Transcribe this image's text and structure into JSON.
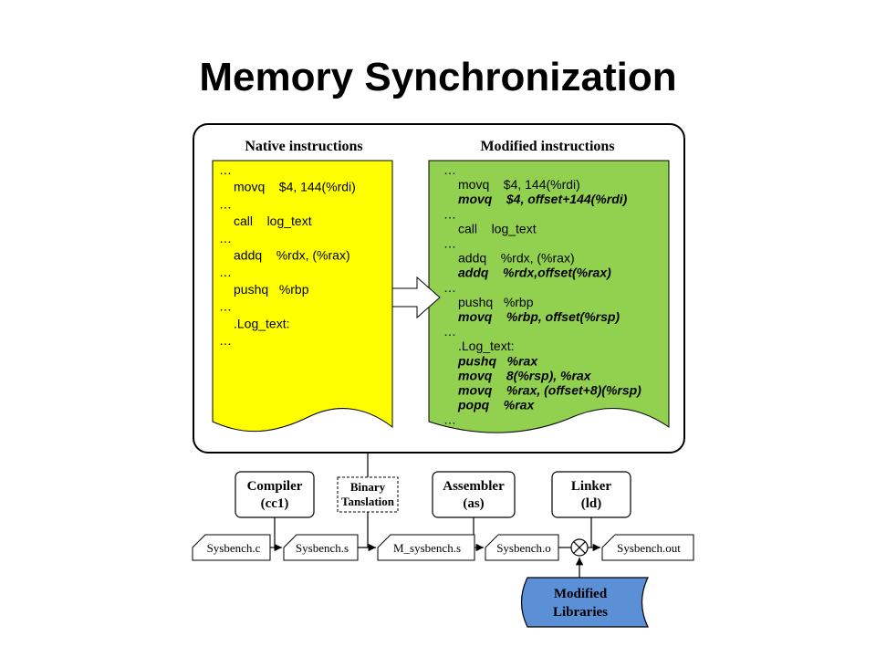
{
  "title": "Memory Synchronization",
  "native": {
    "heading": "Native instructions",
    "lines": [
      {
        "text": "…",
        "indent": false,
        "style": "normal"
      },
      {
        "text": "movq    $4, 144(%rdi)",
        "indent": true,
        "style": "normal"
      },
      {
        "text": "…",
        "indent": false,
        "style": "normal"
      },
      {
        "text": "call    log_text",
        "indent": true,
        "style": "normal"
      },
      {
        "text": "…",
        "indent": false,
        "style": "normal"
      },
      {
        "text": "addq    %rdx, (%rax)",
        "indent": true,
        "style": "normal"
      },
      {
        "text": "…",
        "indent": false,
        "style": "normal"
      },
      {
        "text": "pushq   %rbp",
        "indent": true,
        "style": "normal"
      },
      {
        "text": "…",
        "indent": false,
        "style": "normal"
      },
      {
        "text": ".Log_text:",
        "indent": true,
        "style": "normal"
      },
      {
        "text": "…",
        "indent": false,
        "style": "normal"
      }
    ]
  },
  "modified": {
    "heading": "Modified instructions",
    "lines": [
      {
        "text": "…",
        "indent": false,
        "style": "normal"
      },
      {
        "text": "movq    $4, 144(%rdi)",
        "indent": true,
        "style": "normal"
      },
      {
        "text": "movq    $4, offset+144(%rdi)",
        "indent": true,
        "style": "bold"
      },
      {
        "text": "…",
        "indent": false,
        "style": "normal"
      },
      {
        "text": "call    log_text",
        "indent": true,
        "style": "normal"
      },
      {
        "text": "…",
        "indent": false,
        "style": "normal"
      },
      {
        "text": "addq    %rdx, (%rax)",
        "indent": true,
        "style": "normal"
      },
      {
        "text": "addq    %rdx,offset(%rax)",
        "indent": true,
        "style": "bold"
      },
      {
        "text": "…",
        "indent": false,
        "style": "normal"
      },
      {
        "text": "pushq   %rbp",
        "indent": true,
        "style": "normal"
      },
      {
        "text": "movq    %rbp, offset(%rsp)",
        "indent": true,
        "style": "bold"
      },
      {
        "text": "…",
        "indent": false,
        "style": "normal"
      },
      {
        "text": ".Log_text:",
        "indent": true,
        "style": "normal"
      },
      {
        "text": "pushq   %rax",
        "indent": true,
        "style": "bold"
      },
      {
        "text": "movq    8(%rsp), %rax",
        "indent": true,
        "style": "bold"
      },
      {
        "text": "movq    %rax, (offset+8)(%rsp)",
        "indent": true,
        "style": "bold"
      },
      {
        "text": "popq    %rax",
        "indent": true,
        "style": "bold"
      },
      {
        "text": "…",
        "indent": false,
        "style": "normal"
      }
    ]
  },
  "tools": {
    "compiler": [
      "Compiler",
      "(cc1)"
    ],
    "binary": [
      "Binary",
      "Tanslation"
    ],
    "assembler": [
      "Assembler",
      "(as)"
    ],
    "linker": [
      "Linker",
      "(ld)"
    ]
  },
  "files": {
    "f1": "Sysbench.c",
    "f2": "Sysbench.s",
    "f3": "M_sysbench.s",
    "f4": "Sysbench.o",
    "f5": "Sysbench.out"
  },
  "libraries": [
    "Modified",
    "Libraries"
  ],
  "colors": {
    "native_fill": "#ffff00",
    "modified_fill": "#92d050",
    "library_fill": "#5b8fd6"
  }
}
